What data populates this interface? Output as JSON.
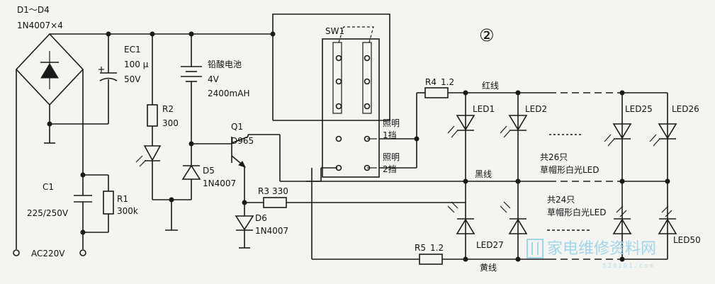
{
  "figure_number": "②",
  "labels": {
    "d1_d4": "D1～D4",
    "d1_d4_part": "1N4007×4",
    "ec1": "EC1",
    "ec1_cap": "100 μ",
    "ec1_volt": "50V",
    "r2": "R2",
    "r2_val": "300",
    "battery": "铅酸电池",
    "battery_v": "4V",
    "battery_cap": "2400mAH",
    "sw1": "SW1",
    "q1": "Q1",
    "q1_part": "D965",
    "d5": "D5",
    "d5_part": "1N4007",
    "c1": "C1",
    "c1_val": "225/250V",
    "r1": "R1",
    "r1_val": "300k",
    "r3": "R3",
    "r3_val": "330",
    "d6": "D6",
    "d6_part": "1N4007",
    "ac": "AC220V",
    "light1a": "照明",
    "light1b": "1挡",
    "light2a": "照明",
    "light2b": "2挡",
    "r4": "R4",
    "r4_val": "1.2",
    "r5": "R5",
    "r5_val": "1.2",
    "red_wire": "红线",
    "black_wire": "黑线",
    "yellow_wire": "黄线",
    "led1": "LED1",
    "led2": "LED2",
    "led25": "LED25",
    "led26": "LED26",
    "led27": "LED27",
    "led50": "LED50",
    "group1_count": "共26只",
    "group1_desc": "草帽形白光LED",
    "group2_count": "共24只",
    "group2_desc": "草帽形白光LED"
  },
  "watermark": {
    "text": "家电维修资料网",
    "url": "520101.com"
  }
}
